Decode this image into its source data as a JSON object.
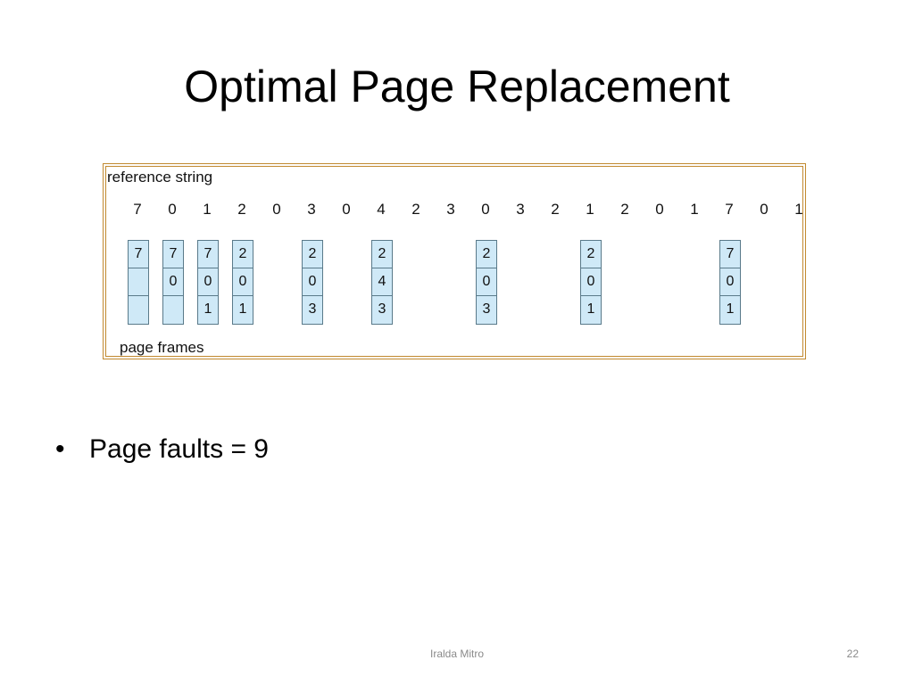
{
  "slide": {
    "title": "Optimal Page Replacement",
    "bullet_symbol": "•",
    "bullet_text": "Page faults = 9",
    "footer_author": "Iralda Mitro",
    "page_number": "22"
  },
  "diagram": {
    "reference_label": "reference string",
    "frames_label": "page frames",
    "reference_string": [
      "7",
      "0",
      "1",
      "2",
      "0",
      "3",
      "0",
      "4",
      "2",
      "3",
      "0",
      "3",
      "2",
      "1",
      "2",
      "0",
      "1",
      "7",
      "0",
      "1"
    ],
    "frame_snapshots": [
      {
        "ref_index": 0,
        "cells": [
          "7",
          "",
          ""
        ]
      },
      {
        "ref_index": 1,
        "cells": [
          "7",
          "0",
          ""
        ]
      },
      {
        "ref_index": 2,
        "cells": [
          "7",
          "0",
          "1"
        ]
      },
      {
        "ref_index": 3,
        "cells": [
          "2",
          "0",
          "1"
        ]
      },
      {
        "ref_index": 5,
        "cells": [
          "2",
          "0",
          "3"
        ]
      },
      {
        "ref_index": 7,
        "cells": [
          "2",
          "4",
          "3"
        ]
      },
      {
        "ref_index": 10,
        "cells": [
          "2",
          "0",
          "3"
        ]
      },
      {
        "ref_index": 13,
        "cells": [
          "2",
          "0",
          "1"
        ]
      },
      {
        "ref_index": 17,
        "cells": [
          "7",
          "0",
          "1"
        ]
      }
    ],
    "colors": {
      "border": "#c1892f",
      "frame_fill": "#cfe9f7",
      "frame_stroke": "#5a7a8a"
    }
  }
}
